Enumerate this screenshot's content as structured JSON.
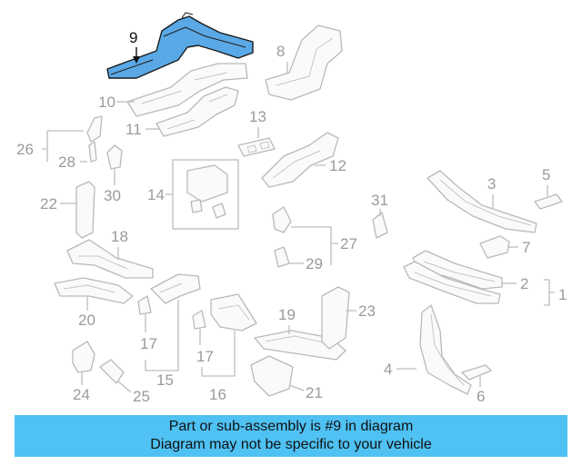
{
  "parts": {
    "p1": "1",
    "p2": "2",
    "p3": "3",
    "p4": "4",
    "p5": "5",
    "p6": "6",
    "p7": "7",
    "p8": "8",
    "p9": "9",
    "p10": "10",
    "p11": "11",
    "p12": "12",
    "p13": "13",
    "p14": "14",
    "p15": "15",
    "p16": "16",
    "p17a": "17",
    "p17b": "17",
    "p18": "18",
    "p19": "19",
    "p20": "20",
    "p21": "21",
    "p22": "22",
    "p23": "23",
    "p24": "24",
    "p25": "25",
    "p26": "26",
    "p27": "27",
    "p28": "28",
    "p29": "29",
    "p30": "30",
    "p31": "31"
  },
  "highlight": {
    "part": "9",
    "color": "#5aa9e6"
  },
  "banner": {
    "line1": "Part or sub-assembly is #9 in diagram",
    "line2": "Diagram may not be specific to your vehicle",
    "color": "#4fc1f3"
  }
}
